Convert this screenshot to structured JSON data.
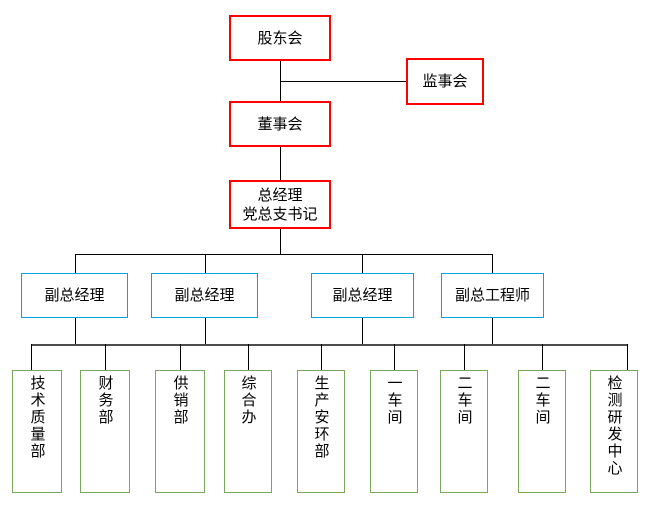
{
  "chart": {
    "title_type": "organizational-chart",
    "colors": {
      "level1_border": "#ff0000",
      "level2_border": "#00a2e8",
      "level3_border": "#7aa75d",
      "connector": "#000000",
      "bus": "#4d4d4d",
      "background": "#ffffff",
      "text": "#000000"
    },
    "nodes": {
      "shareholders": {
        "label": "股东会"
      },
      "supervisors": {
        "label": "监事会"
      },
      "board": {
        "label": "董事会"
      },
      "gm_line1": {
        "label": "总经理"
      },
      "gm_line2": {
        "label": "党总支书记"
      },
      "deputy": [
        {
          "label": "副总经理"
        },
        {
          "label": "副总经理"
        },
        {
          "label": "副总经理"
        },
        {
          "label": "副总工程师"
        }
      ],
      "departments": [
        {
          "label": "技术质量部"
        },
        {
          "label": "财务部"
        },
        {
          "label": "供销部"
        },
        {
          "label": "综合办"
        },
        {
          "label": "生产安环部"
        },
        {
          "label": "一车间"
        },
        {
          "label": "二车间"
        },
        {
          "label": "二车间"
        },
        {
          "label": "检测研发中心"
        }
      ]
    }
  }
}
